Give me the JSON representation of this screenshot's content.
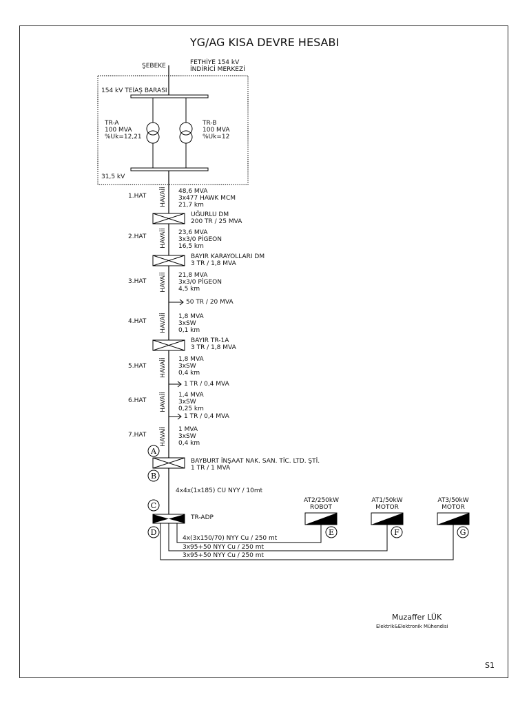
{
  "title": "YG/AG KISA DEVRE HESABI",
  "sebeke": "ŞEBEKE",
  "center": [
    "FETHİYE 154 kV",
    "İNDİRİCİ MERKEZİ"
  ],
  "bus154": "154 kV TEİAŞ BARASI",
  "bus31": "31,5 kV",
  "tra": [
    "TR-A",
    "100 MVA",
    "%Uk=12,21"
  ],
  "trb": [
    "TR-B",
    "100 MVA",
    "%Uk=12"
  ],
  "havai": "HAVAİİ",
  "lines": [
    {
      "name": "1.HAT",
      "spec": [
        "48,6 MVA",
        "3x477 HAWK MCM",
        "21,7 km"
      ]
    },
    {
      "name": "2.HAT",
      "spec": [
        "23,6 MVA",
        "3x3/0 PİGEON",
        "16,5 km"
      ]
    },
    {
      "name": "3.HAT",
      "spec": [
        "21,8 MVA",
        "3x3/0 PİGEON",
        "4,5 km"
      ]
    },
    {
      "name": "4.HAT",
      "spec": [
        "1,8 MVA",
        "3xSW",
        "0,1 km"
      ]
    },
    {
      "name": "5.HAT",
      "spec": [
        "1,8 MVA",
        "3xSW",
        "0,4 km"
      ]
    },
    {
      "name": "6.HAT",
      "spec": [
        "1,4 MVA",
        "3xSW",
        "0,25 km"
      ]
    },
    {
      "name": "7.HAT",
      "spec": [
        "1 MVA",
        "3xSW",
        "0,4 km"
      ]
    }
  ],
  "substations": [
    [
      "UĞURLU DM",
      "200 TR / 25 MVA"
    ],
    [
      "BAYIR KARAYOLLARI DM",
      "3 TR / 1,8 MVA"
    ],
    [
      "BAYIR TR-1A",
      "3 TR / 1,8 MVA"
    ],
    [
      "BAYBURT İNŞAAT NAK. SAN. TİC. LTD. ŞTİ.",
      "1 TR / 1 MVA"
    ]
  ],
  "taps": [
    "50 TR / 20 MVA",
    "1 TR / 0,4 MVA",
    "1 TR / 0,4 MVA"
  ],
  "cable_main": "4x4x(1x185) CU NYY / 10mt",
  "tr_adp": "TR-ADP",
  "loads": [
    {
      "label": [
        "AT2/250kW",
        "ROBOT"
      ],
      "node": "E"
    },
    {
      "label": [
        "AT1/50kW",
        "MOTOR"
      ],
      "node": "F"
    },
    {
      "label": [
        "AT3/50kW",
        "MOTOR"
      ],
      "node": "G"
    }
  ],
  "cables": [
    "4x(3x150/70) NYY Cu / 250 mt",
    "3x95+50 NYY Cu / 250 mt",
    "3x95+50 NYY Cu / 250 mt"
  ],
  "nodes": {
    "A": "A",
    "B": "B",
    "C": "C",
    "D": "D"
  },
  "author": "Muzaffer LÜK",
  "author_title": "Elektrik&Elektronik Mühendisi",
  "page": "S1"
}
